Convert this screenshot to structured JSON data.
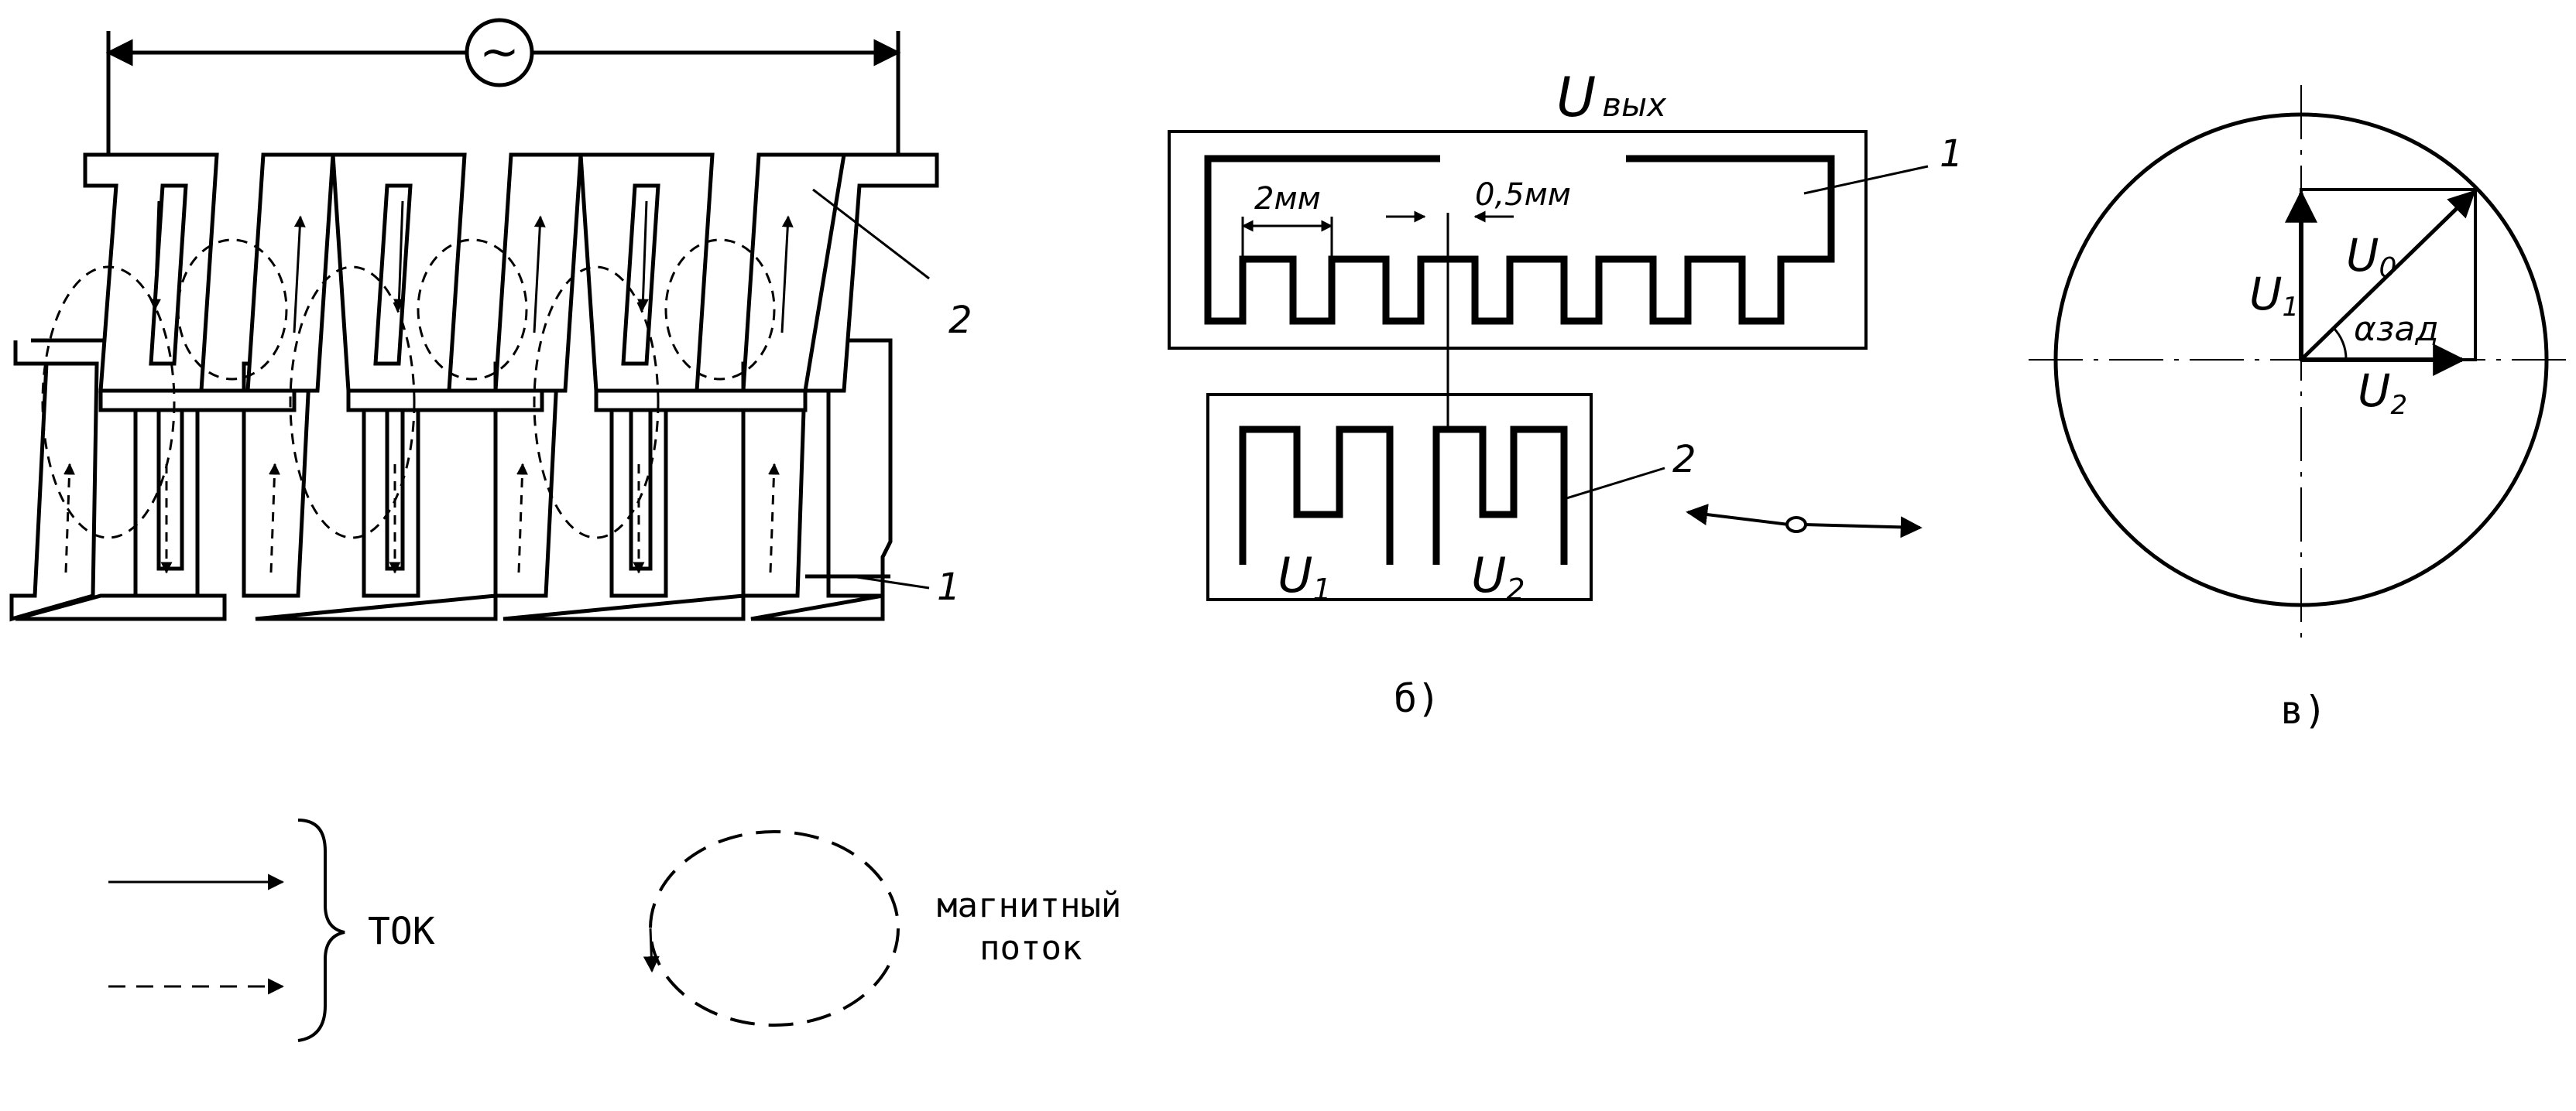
{
  "figure_a": {
    "source_symbol": "~",
    "callout_1": "1",
    "callout_2": "2"
  },
  "figure_b": {
    "output_label": "U",
    "output_subscript": "вых",
    "dim_pitch": "2мм",
    "dim_gap": "0,5мм",
    "callout_1": "1",
    "callout_2": "2",
    "u1_label": "U",
    "u1_sub": "1",
    "u2_label": "U",
    "u2_sub": "2",
    "caption": "б)"
  },
  "figure_c": {
    "u0_label": "U",
    "u0_sub": "0",
    "u1_label": "U",
    "u1_sub": "1",
    "u2_label": "U",
    "u2_sub": "2",
    "angle_label": "αзад",
    "caption": "в)"
  },
  "legend": {
    "current_label": "ТОК",
    "flux_label_line1": "магнитный",
    "flux_label_line2": "поток"
  },
  "colors": {
    "ink": "#000000",
    "paper": "#ffffff"
  }
}
